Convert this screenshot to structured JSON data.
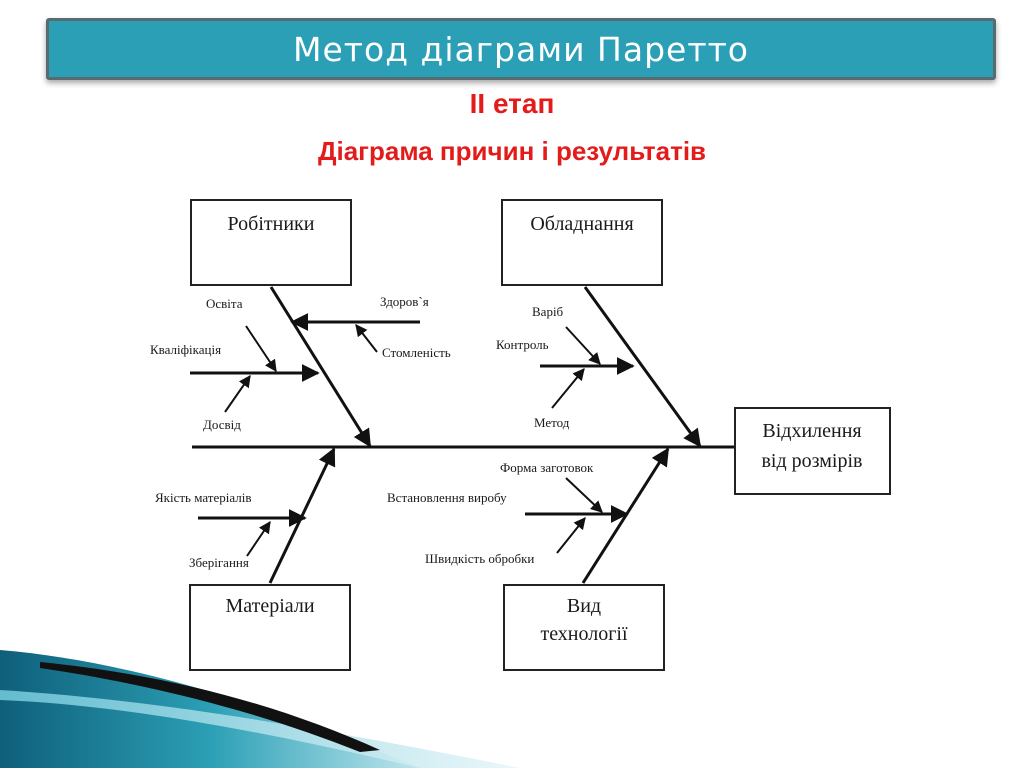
{
  "title": "Метод діаграми Паретто",
  "stage": "ІІ етап",
  "subtitle": "Діаграма причин і результатів",
  "diagram": {
    "effect": [
      "Відхилення",
      "від розмірів"
    ],
    "categories": {
      "workers": "Робітники",
      "equipment": "Обладнання",
      "materials": "Матеріали",
      "technology": [
        "Вид",
        "технології"
      ]
    },
    "causes": {
      "workers": [
        "Освіта",
        "Кваліфікація",
        "Досвід",
        "Здоров`я",
        "Стомленість"
      ],
      "equipment": [
        "Варіб",
        "Контроль",
        "Метод"
      ],
      "materials": [
        "Якість матеріалів",
        "Зберігання"
      ],
      "technology": [
        "Форма заготовок",
        "Встановлення виробу",
        "Швидкість обробки"
      ]
    }
  },
  "colors": {
    "title_bg": "#2b9fb5",
    "title_text": "#ffffff",
    "accent_red": "#e31b1b"
  }
}
